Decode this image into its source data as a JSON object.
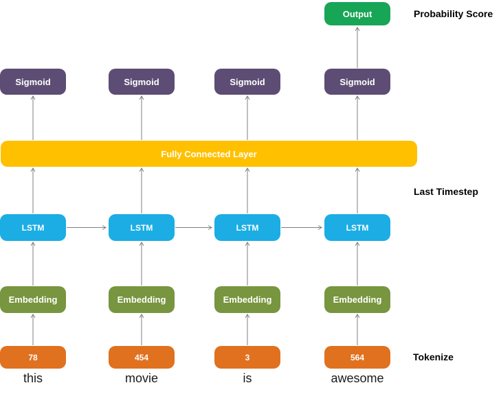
{
  "diagram": {
    "columns": [
      {
        "word": "this",
        "token": "78"
      },
      {
        "word": "movie",
        "token": "454"
      },
      {
        "word": "is",
        "token": "3"
      },
      {
        "word": "awesome",
        "token": "564"
      }
    ],
    "box_labels": {
      "output": "Output",
      "sigmoid": "Sigmoid",
      "fully_connected": "Fully Connected Layer",
      "lstm": "LSTM",
      "embedding": "Embedding"
    },
    "annotations": {
      "probability_score": "Probability Score",
      "last_timestep": "Last Timestep",
      "tokenize": "Tokenize"
    },
    "colors": {
      "output_green": "#17A556",
      "sigmoid_purple": "#5D4D74",
      "fully_connected_yellow": "#FFC000",
      "lstm_blue": "#1BADE4",
      "embedding_green": "#78953F",
      "token_orange": "#E0711F",
      "arrow_gray": "#7F7F7F"
    }
  }
}
